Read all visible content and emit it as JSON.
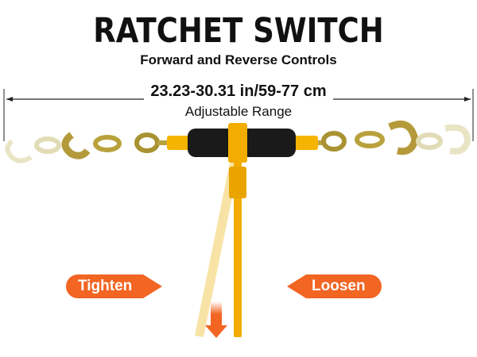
{
  "title": "RATCHET SWITCH",
  "subtitle": "Forward and Reverse Controls",
  "dimension": {
    "label": "23.23-30.31 in/59-77 cm",
    "caption": "Adjustable Range"
  },
  "labels": {
    "tighten": "Tighten",
    "loosen": "Loosen"
  },
  "colors": {
    "accent": "#f26522",
    "yellow": "#f5b400",
    "black": "#1a1a1a",
    "chain": "#b9a13c"
  }
}
